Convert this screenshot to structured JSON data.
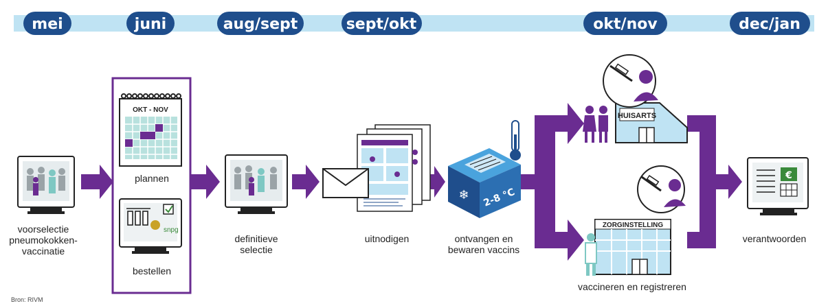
{
  "timeline": {
    "months": [
      "mei",
      "juni",
      "aug/sept",
      "sept/okt",
      "okt/nov",
      "dec/jan"
    ]
  },
  "colors": {
    "purple": "#6a2c91",
    "navy": "#1f4e8c",
    "band": "#bfe3f3",
    "teal": "#7ec8c3",
    "screen": "#dfe7ea"
  },
  "steps": {
    "preselect_label": "voorselectie pneumokokken-vaccinatie",
    "plan_label": "plannen",
    "order_label": "bestellen",
    "select_label": "definitieve selectie",
    "invite_label": "uitnodigen",
    "store_label": "ontvangen en bewaren vaccins",
    "vaccinate_label": "vaccineren en registreren",
    "account_label": "verantwoorden"
  },
  "calendar": {
    "title": "OKT - NOV"
  },
  "order_badge": "snpg",
  "cooler": {
    "temp": "2-8 °C"
  },
  "buildings": {
    "gp": "HUISARTS",
    "care": "ZORGINSTELLING"
  },
  "account": {
    "currency": "€"
  },
  "source": "Bron: RIVM"
}
